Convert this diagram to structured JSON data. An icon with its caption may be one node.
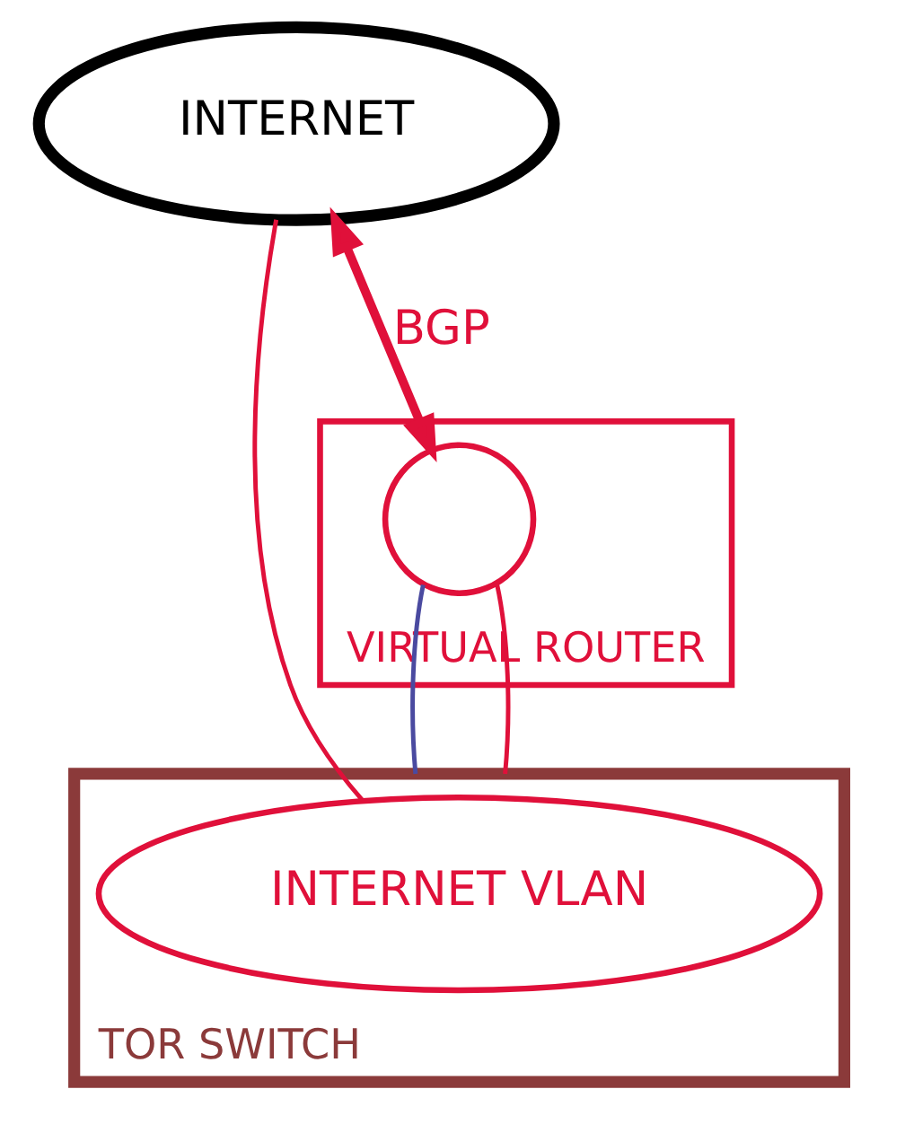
{
  "diagram": {
    "nodes": [
      {
        "text": [
          "INTERNET"
        ]
      },
      {
        "text": [
          "TOR SWITCH"
        ]
      },
      {
        "text": [
          "INTERNET VLAN"
        ],
        "in": 1
      },
      {
        "text": [
          "VIRTUAL ROUTER"
        ]
      },
      {
        "text": [],
        "shape": "circle",
        "in": 3
      }
    ],
    "edges": [
      {
        "from": 2,
        "to": 0,
        "arrow": "none"
      },
      {
        "from": 1,
        "to": 4,
        "arrow": "none",
        "color": "#4a4aa0"
      },
      {
        "from": 1,
        "to": 4,
        "arrow": "none"
      },
      {
        "from": 4,
        "to": 0,
        "arrow": "both",
        "label": "BGP",
        "style": "thick"
      }
    ]
  }
}
